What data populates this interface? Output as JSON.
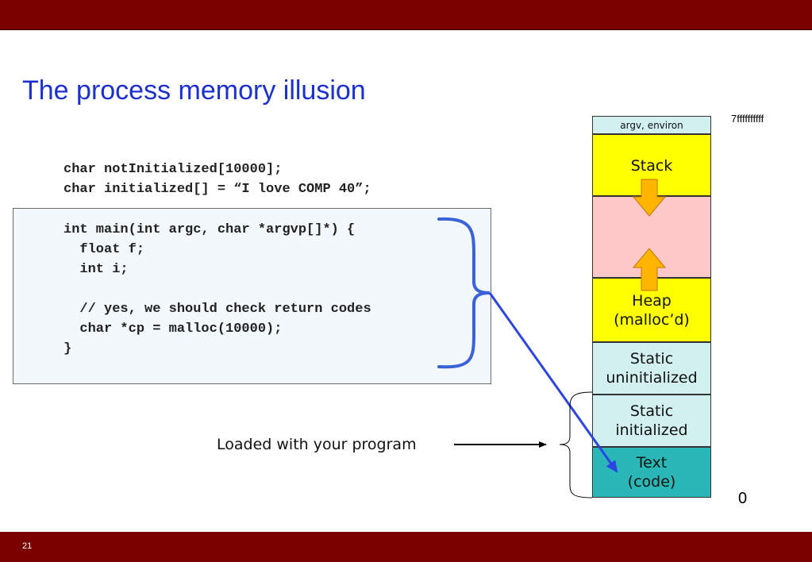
{
  "slide": {
    "title": "The process memory illusion",
    "number": "21"
  },
  "code": {
    "globals": [
      "char notInitialized[10000];",
      "char initialized[] = “I love COMP 40”;"
    ],
    "main": [
      "int main(int argc, char *argvp[]*) {",
      "  float f;",
      "  int i;",
      "",
      "  // yes, we should check return codes",
      "  char *cp = malloc(10000);",
      "}"
    ]
  },
  "memory": {
    "top_address": "7ffffffffff",
    "bottom_address": "0",
    "segments": {
      "argv": "argv, environ",
      "stack": "Stack",
      "heap_line1": "Heap",
      "heap_line2": "(malloc’d)",
      "static_u_line1": "Static",
      "static_u_line2": "uninitialized",
      "static_i_line1": "Static",
      "static_i_line2": "initialized",
      "text_line1": "Text",
      "text_line2": "(code)"
    },
    "colors": {
      "stack_heap": "#ffff00",
      "free_gap": "#ffc8c8",
      "static": "#d2f0f0",
      "text": "#2ab7b7",
      "arrow_fill": "#ffb400",
      "pointer_line": "#2a44e6",
      "brace": "#3a63d8"
    }
  },
  "annotations": {
    "loaded_label": "Loaded with your program"
  },
  "theme": {
    "bar_color": "#7a0000",
    "title_color": "#1c2fd1"
  }
}
